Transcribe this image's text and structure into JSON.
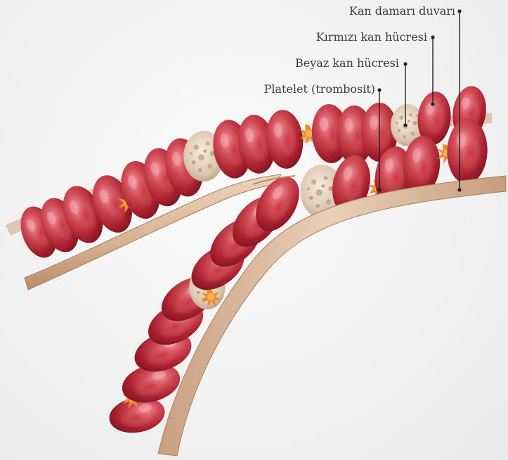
{
  "labels": {
    "vessel_wall": "Kan damarı duvarı",
    "red_blood_cell": "Kırmızı kan hücresi",
    "white_blood_cell": "Beyaz kan hücresi",
    "platelet": "Platelet (trombosit)"
  },
  "colors": {
    "wall": "#d9b79a",
    "wall_edge": "#b78d6d",
    "rbc": "#b52f3c",
    "rbc_light": "#e4727a",
    "wbc": "#e7d6c3",
    "platelet": "#f08a2a",
    "leader": "#222222"
  }
}
